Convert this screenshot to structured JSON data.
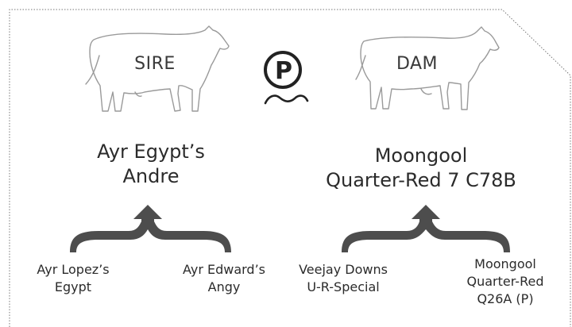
{
  "sire": {
    "label": "SIRE",
    "name_line1": "Ayr Egypt’s",
    "name_line2": "Andre",
    "parents": [
      {
        "line1": "Ayr Lopez’s",
        "line2": "Egypt"
      },
      {
        "line1": "Ayr Edward’s",
        "line2": "Angy"
      }
    ]
  },
  "dam": {
    "label": "DAM",
    "name_line1": "Moongool",
    "name_line2": "Quarter-Red 7 C78B",
    "parents": [
      {
        "line1": "Veejay Downs",
        "line2": "U-R-Special"
      },
      {
        "line1": "Moongool",
        "line2": "Quarter-Red",
        "line3": "Q26A (P)"
      }
    ]
  },
  "center_symbol": {
    "letter": "P",
    "icon": "polled-icon"
  },
  "colors": {
    "outline": "#9a9a9a",
    "brace": "#4d4d4d",
    "text": "#2b2b2b"
  }
}
